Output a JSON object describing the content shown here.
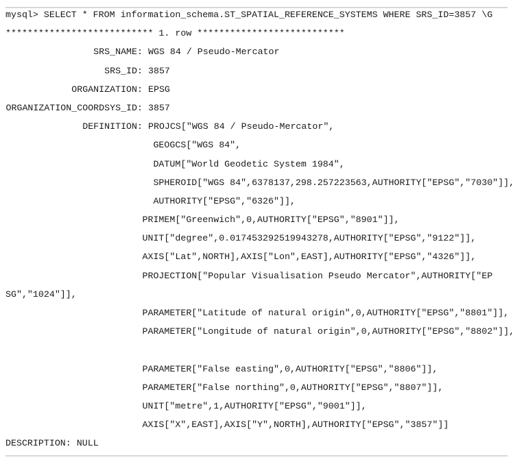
{
  "query": "mysql> SELECT * FROM information_schema.ST_SPATIAL_REFERENCE_SYSTEMS WHERE SRS_ID=3857 \\G",
  "row_header": "*************************** 1. row ***************************",
  "fields": [
    {
      "label": "SRS_NAME:",
      "value": "WGS 84 / Pseudo-Mercator"
    },
    {
      "label": "SRS_ID:",
      "value": "3857"
    },
    {
      "label": "ORGANIZATION:",
      "value": "EPSG"
    },
    {
      "label": "ORGANIZATION_COORDSYS_ID:",
      "value": "3857"
    },
    {
      "label": "DEFINITION:",
      "value": "PROJCS[\"WGS 84 / Pseudo-Mercator\","
    }
  ],
  "definition_lines": [
    "                           GEOGCS[\"WGS 84\",",
    "                           DATUM[\"World Geodetic System 1984\",",
    "                           SPHEROID[\"WGS 84\",6378137,298.257223563,AUTHORITY[\"EPSG\",\"7030\"]],",
    "                           AUTHORITY[\"EPSG\",\"6326\"]],",
    "                         PRIMEM[\"Greenwich\",0,AUTHORITY[\"EPSG\",\"8901\"]],",
    "                         UNIT[\"degree\",0.017453292519943278,AUTHORITY[\"EPSG\",\"9122\"]],",
    "                         AXIS[\"Lat\",NORTH],AXIS[\"Lon\",EAST],AUTHORITY[\"EPSG\",\"4326\"]],",
    "                         PROJECTION[\"Popular Visualisation Pseudo Mercator\",AUTHORITY[\"EP",
    "SG\",\"1024\"]],",
    "                         PARAMETER[\"Latitude of natural origin\",0,AUTHORITY[\"EPSG\",\"8801\"]],",
    "                         PARAMETER[\"Longitude of natural origin\",0,AUTHORITY[\"EPSG\",\"8802\"]],",
    "",
    "                         PARAMETER[\"False easting\",0,AUTHORITY[\"EPSG\",\"8806\"]],",
    "                         PARAMETER[\"False northing\",0,AUTHORITY[\"EPSG\",\"8807\"]],",
    "                         UNIT[\"metre\",1,AUTHORITY[\"EPSG\",\"9001\"]],",
    "                         AXIS[\"X\",EAST],AXIS[\"Y\",NORTH],AUTHORITY[\"EPSG\",\"3857\"]]"
  ],
  "description": {
    "label": "DESCRIPTION:",
    "value": "NULL"
  }
}
